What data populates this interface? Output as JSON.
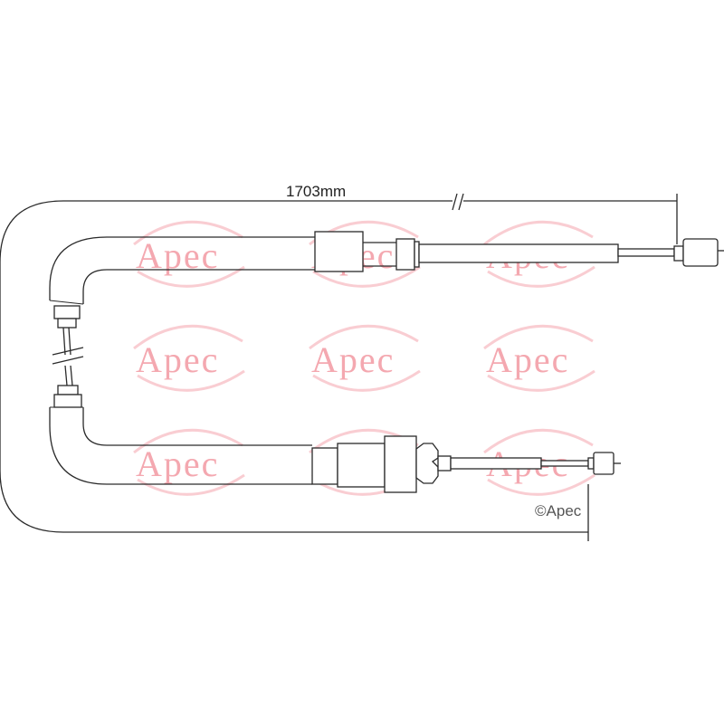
{
  "diagram": {
    "dimension_label": "1703mm",
    "copyright": "©Apec",
    "watermark_text": "Apec",
    "colors": {
      "line": "#2a2a2a",
      "watermark": "#f4a8b0",
      "background": "#ffffff"
    }
  }
}
